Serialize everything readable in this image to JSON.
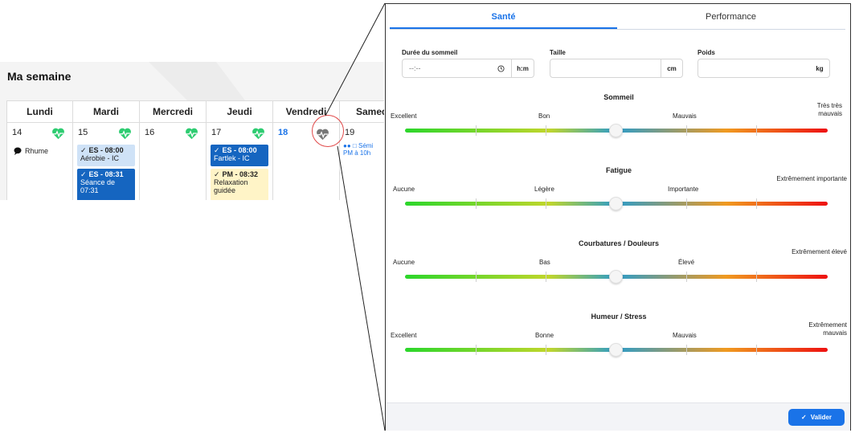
{
  "calendar": {
    "title": "Ma semaine",
    "days": [
      {
        "name": "Lundi",
        "num": "14"
      },
      {
        "name": "Mardi",
        "num": "15"
      },
      {
        "name": "Mercredi",
        "num": "16"
      },
      {
        "name": "Jeudi",
        "num": "17"
      },
      {
        "name": "Vendredi",
        "num": "18"
      },
      {
        "name": "Samedi",
        "num": "19"
      }
    ],
    "note_lundi": "Rhume",
    "events": {
      "mardi_1_head": "ES - 08:00",
      "mardi_1_title": "Aérobie - IC",
      "mardi_2_head": "ES - 08:31",
      "mardi_2_title": "Séance de 07:31",
      "jeudi_1_head": "ES - 08:00",
      "jeudi_1_title": "Fartlek - IC",
      "jeudi_2_head": "PM - 08:32",
      "jeudi_2_title": "Relaxation guidée"
    },
    "samedi_event_line1": "Sémi",
    "samedi_event_line2": "PM à 10h",
    "heart_color": "#2ecc71",
    "heart_grey": "#777777",
    "circle_color": "#e04848"
  },
  "modal": {
    "tabs": [
      "Santé",
      "Performance"
    ],
    "active_tab": "Santé",
    "fields": {
      "sleep": {
        "label": "Durée du sommeil",
        "placeholder": "--:--",
        "unit": "h:m"
      },
      "height": {
        "label": "Taille",
        "value": "",
        "unit": "cm"
      },
      "weight": {
        "label": "Poids",
        "value": "",
        "unit": "kg"
      }
    },
    "sliders": [
      {
        "title": "Sommeil",
        "levels": [
          "Excellent",
          "Bon",
          "Mauvais",
          "Très très mauvais"
        ],
        "value": 0.5
      },
      {
        "title": "Fatigue",
        "levels": [
          "Aucune",
          "Légère",
          "Importante",
          "Extrêmement importante"
        ],
        "value": 0.5
      },
      {
        "title": "Courbatures / Douleurs",
        "levels": [
          "Aucune",
          "Bas",
          "Élevé",
          "Extrêmement élevé"
        ],
        "value": 0.5
      },
      {
        "title": "Humeur / Stress",
        "levels": [
          "Excellent",
          "Bonne",
          "Mauvais",
          "Extrêmement mauvais"
        ],
        "value": 0.5
      }
    ],
    "submit_label": "Valider",
    "accent": "#1a73e8"
  }
}
